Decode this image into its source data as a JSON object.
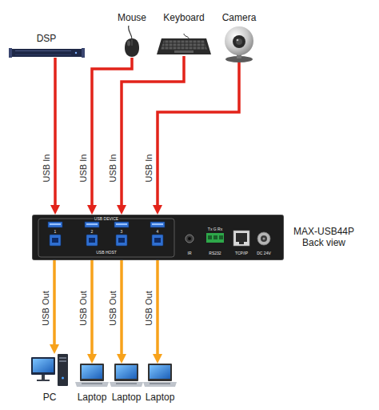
{
  "diagram": {
    "nodes": [
      {
        "text": [
          "DSP"
        ]
      },
      {
        "text": [
          "Mouse"
        ]
      },
      {
        "text": [
          "Keyboard"
        ]
      },
      {
        "text": [
          "Camera"
        ]
      },
      {
        "text": [
          "MAX-USB44P Back view",
          "USB DEVICE",
          "1",
          "2",
          "3",
          "4",
          "USB HOST",
          "IR",
          "Tx G Rx",
          "RS232",
          "TCP/IP",
          "DC 24V"
        ]
      },
      {
        "text": [
          "PC"
        ]
      },
      {
        "text": [
          "Laptop"
        ]
      },
      {
        "text": [
          "Laptop"
        ]
      },
      {
        "text": [
          "Laptop"
        ]
      }
    ],
    "edges": [
      {
        "from": 0,
        "to": 4,
        "label": "USB In",
        "arrow": "to"
      },
      {
        "from": 1,
        "to": 4,
        "label": "USB In",
        "arrow": "to"
      },
      {
        "from": 2,
        "to": 4,
        "label": "USB In",
        "arrow": "to"
      },
      {
        "from": 3,
        "to": 4,
        "label": "USB In",
        "arrow": "to"
      },
      {
        "from": 4,
        "to": 5,
        "label": "USB Out",
        "arrow": "to"
      },
      {
        "from": 4,
        "to": 6,
        "label": "USB Out",
        "arrow": "to"
      },
      {
        "from": 4,
        "to": 7,
        "label": "USB Out",
        "arrow": "to"
      },
      {
        "from": 4,
        "to": 8,
        "label": "USB Out",
        "arrow": "to"
      }
    ]
  }
}
